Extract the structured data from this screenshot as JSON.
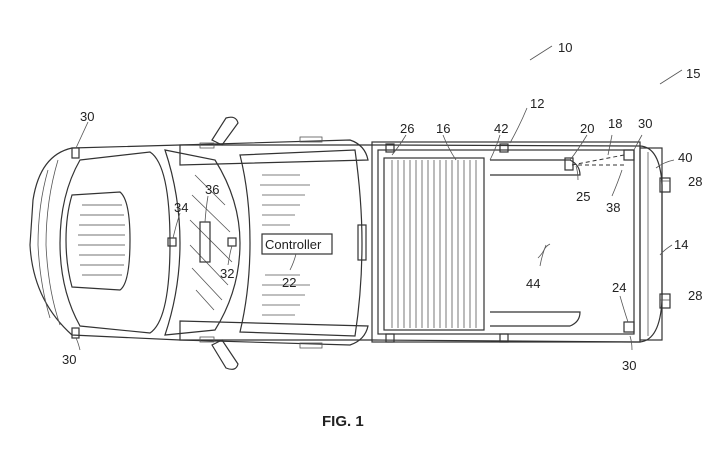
{
  "figure": {
    "caption": "FIG. 1",
    "controller_label": "Controller",
    "labels": {
      "vehicle": "10",
      "system": "15",
      "bed": "12",
      "tonneau": "16",
      "rail": "42",
      "sensor_front": "26",
      "sensor_rear": "20",
      "tailgate_sensor": "18",
      "corner_lights_front_left": "30",
      "corner_lights_front_right": "30",
      "corner_lights_rear_left": "30",
      "corner_lights_rear_right": "30",
      "bed_sensor": "25",
      "field_of_view": "38",
      "tailgate_edge": "40",
      "tail_lamp_top": "28",
      "tail_lamp_bottom": "28",
      "tailgate": "14",
      "sensor_lower": "24",
      "cargo_area": "44",
      "display": "36",
      "camera": "34",
      "input": "32",
      "controller": "22"
    }
  }
}
